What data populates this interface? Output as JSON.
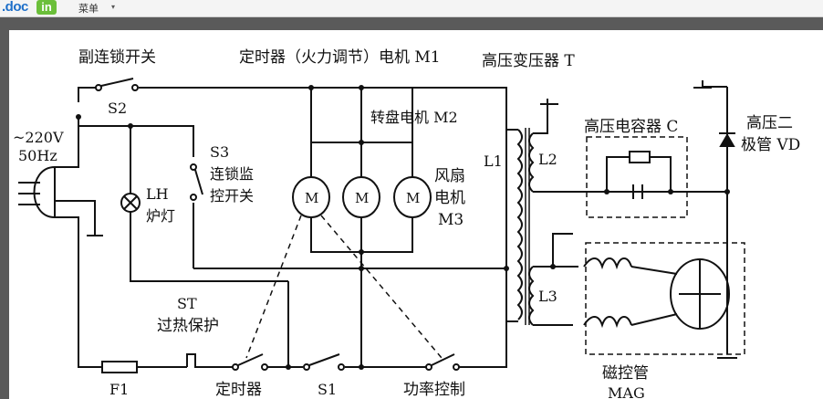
{
  "app": {
    "logo_text": ".doc",
    "logo_badge": "in",
    "menu_label": "菜单",
    "menu_caret": "▾"
  },
  "diagram": {
    "labels": {
      "s2_title": "副连锁开关",
      "s2": "S2",
      "timer_motor": "定时器（火力调节）电机 M1",
      "hv_transformer": "高压变压器 T",
      "turntable_motor": "转盘电机 M2",
      "hv_capacitor": "高压电容器 C",
      "hv_diode_1": "高压二",
      "hv_diode_2": "极管 VD",
      "voltage": "~220V",
      "freq": "50Hz",
      "s3": "S3",
      "s3_desc_1": "连锁监",
      "s3_desc_2": "控开关",
      "lh": "LH",
      "lamp": "炉灯",
      "motor_symbol": "M",
      "fan_1": "风扇",
      "fan_2": "电机",
      "fan_3": "M3",
      "l1": "L1",
      "l2": "L2",
      "l3": "L3",
      "st": "ST",
      "st_desc": "过热保护",
      "f1": "F1",
      "timer": "定时器",
      "s1": "S1",
      "power_ctrl": "功率控制",
      "magnetron_1": "磁控管",
      "magnetron_2": "MAG"
    }
  }
}
